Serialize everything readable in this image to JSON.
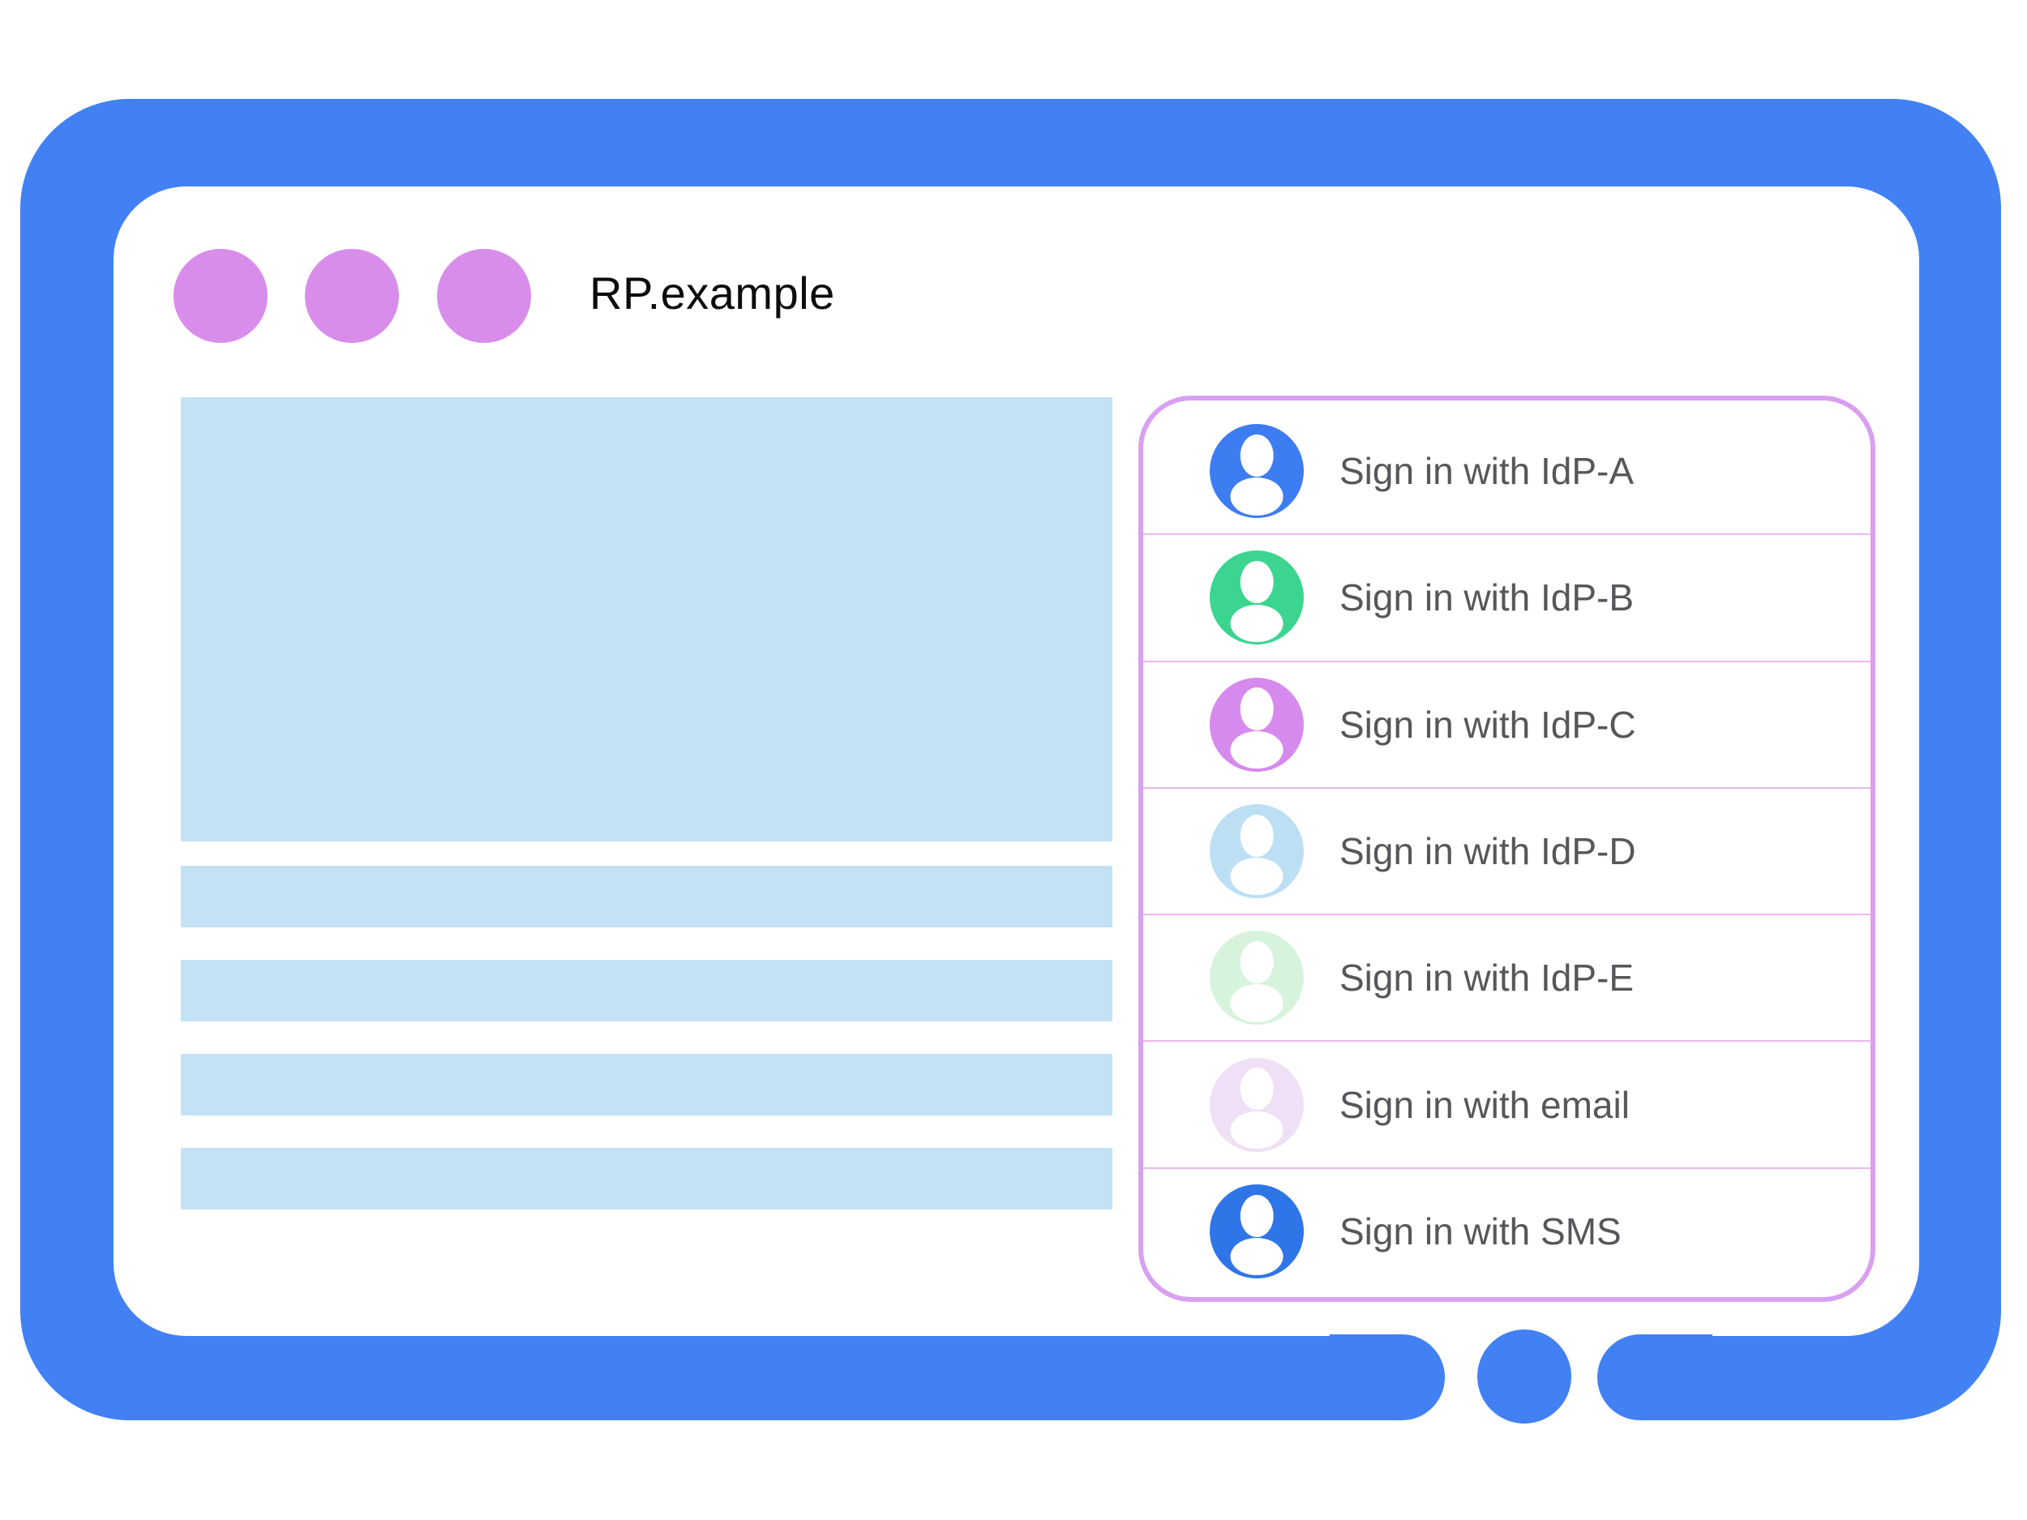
{
  "window": {
    "title": "RP.example",
    "dot_count": 3
  },
  "colors": {
    "frame_blue": "#4181F4",
    "window_dot": "#D88DEB",
    "content_block": "#C3E2F5",
    "panel_border": "#D9A0F0",
    "panel_divider": "#EEB6F0",
    "item_text": "#57575B",
    "title_text": "#0C0C0C"
  },
  "content_placeholders": {
    "hero_blocks": 1,
    "text_rows": 4
  },
  "signin_panel": {
    "items": [
      {
        "label": "Sign in with IdP-A",
        "avatar_icon": "person-icon",
        "avatar_color": "#3D7DF2"
      },
      {
        "label": "Sign in with IdP-B",
        "avatar_icon": "person-icon",
        "avatar_color": "#3BD58F"
      },
      {
        "label": "Sign in with IdP-C",
        "avatar_icon": "person-icon",
        "avatar_color": "#D78AED"
      },
      {
        "label": "Sign in with IdP-D",
        "avatar_icon": "person-icon",
        "avatar_color": "#BDDFF4"
      },
      {
        "label": "Sign in with IdP-E",
        "avatar_icon": "person-icon",
        "avatar_color": "#D8F3DC"
      },
      {
        "label": "Sign in with email",
        "avatar_icon": "person-icon",
        "avatar_color": "#EFE0F5"
      },
      {
        "label": "Sign in with SMS",
        "avatar_icon": "person-icon",
        "avatar_color": "#2E75E8"
      }
    ]
  }
}
